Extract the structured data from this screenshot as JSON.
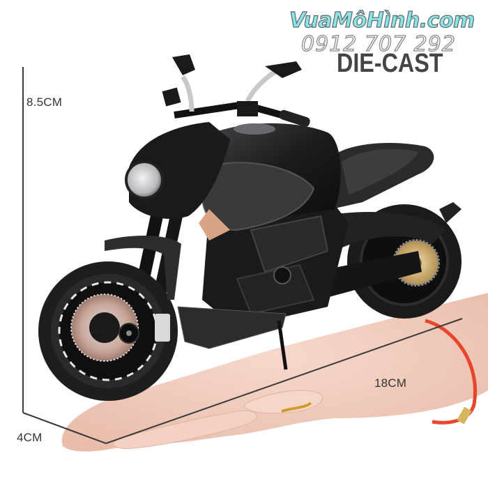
{
  "image": {
    "description": "Black die-cast scale model motorcycle resting on an open palm with dimension annotations",
    "subject": "die-cast motorcycle model",
    "colors": {
      "background": "#ffffff",
      "bike_body": "#1c1c1e",
      "skin": "#f0cbbd",
      "bracelet": "#e8452c",
      "dimension_line": "#3a3a3a",
      "watermark_site": "#8ee3e6"
    }
  },
  "watermark": {
    "site": "VuaMôHình.com",
    "phone": "0912 707 292",
    "tag": "DIE-CAST"
  },
  "dimensions": {
    "height": "8.5CM",
    "width": "4CM",
    "length": "18CM"
  }
}
